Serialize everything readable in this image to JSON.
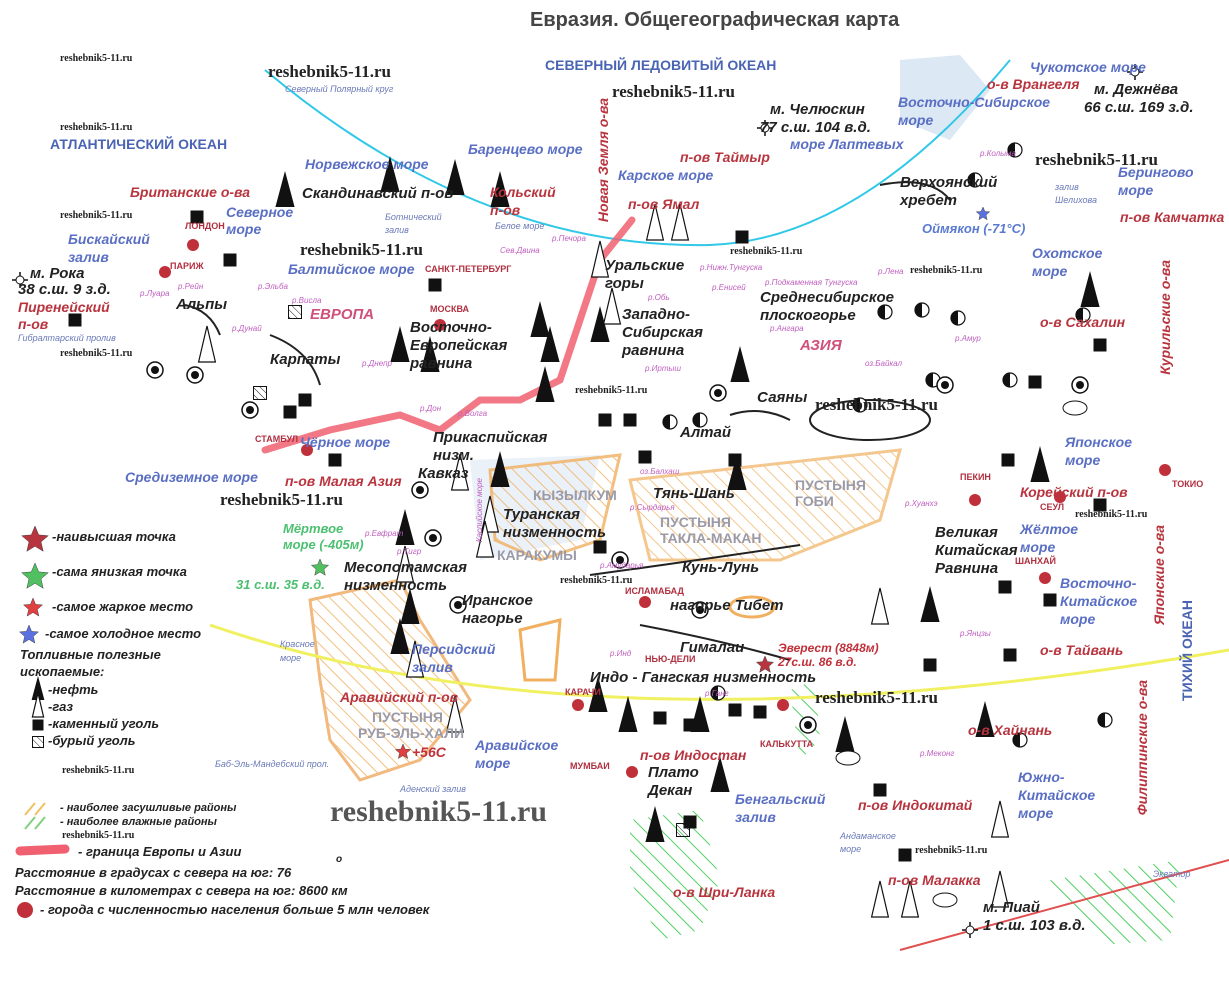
{
  "title": "Евразия. Общегеографическая карта",
  "oceans": [
    "СЕВЕРНЫЙ ЛЕДОВИТЫЙ ОКЕАН",
    "АТЛАНТИЧЕСКИЙ ОКЕАН",
    "ТИХИЙ ОКЕАН"
  ],
  "seas": [
    "Норвежское море",
    "Баренцево море",
    "Карское море",
    "Северное",
    "море",
    "Балтийское море",
    "Средиземное море",
    "Чёрное море",
    "Восточно-Сибирское",
    "море",
    "море Лаптевых",
    "Берингово",
    "море",
    "Охотское",
    "море",
    "Японское",
    "море",
    "Жёлтое",
    "море",
    "Восточно-",
    "Китайское",
    "море",
    "Южно-",
    "Китайское",
    "море",
    "Аравийское",
    "море",
    "Бенгальский",
    "залив",
    "Персидский",
    "залив",
    "Бискайский",
    "залив",
    "Чукотское море"
  ],
  "peninsulas": [
    "Британские о-ва",
    "п-ов Таймыр",
    "п-ов Ямал",
    "о-в Врангеля",
    "п-ов Камчатка",
    "о-в Сахалин",
    "Кольский",
    "п-ов",
    "Пиренейский",
    "п-ов",
    "п-ов Малая Азия",
    "Аравийский п-ов",
    "п-ов Индостан",
    "п-ов Индокитай",
    "п-ов Малакка",
    "о-в Шри-Ланка",
    "о-в Хайнань",
    "о-в Тайвань",
    "Корейский п-ов",
    "Японские о-ва",
    "Курильские о-ва",
    "Филиппинские о-ва",
    "Новая Земля о-ва"
  ],
  "landforms": [
    "Скандинавский п-ов",
    "Альпы",
    "Карпаты",
    "Восточно-",
    "Европейская",
    "равнина",
    "Уральские",
    "горы",
    "Западно-",
    "Сибирская",
    "равнина",
    "Среднесибирское",
    "плоскогорье",
    "Верхоянский",
    "хребет",
    "Алтай",
    "Саяны",
    "Прикаспийская",
    "низм.",
    "Кавказ",
    "Туранская",
    "низменность",
    "Тянь-Шань",
    "Кунь-Лунь",
    "нагорье Тибет",
    "Гималаи",
    "Индо - Гангская низменность",
    "Месопотамская",
    "низменность",
    "Иранское",
    "нагорье",
    "Великая",
    "Китайская",
    "Равнина",
    "Плато",
    "Декан",
    "м. Челюскин",
    "77 с.ш. 104 в.д.",
    "м. Дежнёва",
    "66 с.ш. 169 з.д.",
    "м. Рока",
    "38 с.ш. 9 з.д.",
    "м. Пиай",
    "1 с.ш. 103 в.д."
  ],
  "deserts": [
    "КЫЗЫЛКУМ",
    "КАРАКУМЫ",
    "ПУСТЫНЯ",
    "ТАКЛА-МАКАН",
    "ПУСТЫНЯ",
    "ГОБИ",
    "ПУСТЫНЯ",
    "РУБ-ЭЛЬ-ХАЛИ"
  ],
  "continents": [
    "ЕВРОПА",
    "АЗИЯ"
  ],
  "cities": [
    "ЛОНДОН",
    "ПАРИЖ",
    "САНКТ-ПЕТЕРБУРГ",
    "МОСКВА",
    "СТАМБУЛ",
    "ПЕКИН",
    "СЕУЛ",
    "ТОКИО",
    "ШАНХАЙ",
    "ИСЛАМАБАД",
    "НЬЮ-ДЕЛИ",
    "КАРАЧИ",
    "МУМБАИ",
    "КАЛЬКУТТА"
  ],
  "extremes": {
    "everest": "Эверест (8848м)",
    "everest_coords": "27с.ш. 86 в.д.",
    "oymyakon": "Оймякон (-71°С)",
    "hottest": "+56С",
    "dead_sea": "Мёртвое",
    "dead_sea2": "море (-405м)",
    "dead_sea_coords": "31 с.ш. 35 в.д."
  },
  "small_labels": [
    "Гибралтарский пролив",
    "Баб-Эль-Мандебский прол.",
    "Аденский залив",
    "Ботнический",
    "залив",
    "Белое море",
    "Красное",
    "море",
    "залив",
    "Шелихова",
    "Андаманское",
    "море",
    "Экватор",
    "Северный Полярный круг"
  ],
  "rivers": [
    "р.Волга",
    "р.Обь",
    "р.Енисей",
    "р.Лена",
    "р.Амур",
    "р.Инд",
    "р.Ганг",
    "р.Янцзы",
    "р.Хуанхэ",
    "р.Меконг",
    "р.Дунай",
    "р.Днепр",
    "р.Дон",
    "р.Печора",
    "р.Иртыш",
    "р.Ангара",
    "р.Нижн.Тунгуска",
    "р.Подкаменная Тунгуска",
    "р.Колыма",
    "р.Евфрат",
    "р.Тигр",
    "р.Амударья",
    "р.Сырдарья",
    "р.Висла",
    "р.Рейн",
    "р.Луара",
    "р.Эльба",
    "оз.Байкал",
    "оз.Балхаш",
    "Каспийское море",
    "Сев.Двина"
  ],
  "watermark": "reshebnik5-11.ru",
  "legend": {
    "highest": "-наивысшая точка",
    "lowest": "-сама янизкая точка",
    "hottest": "-самое жаркое место",
    "coldest": "-самое холодное место",
    "fuel_title1": "Топливные полезные",
    "fuel_title2": "ископаемые:",
    "oil": "-нефть",
    "gas": "-газ",
    "coal": "-каменный уголь",
    "brown_coal": "-бурый уголь",
    "dry": "- наиболее засушливые районы",
    "wet": "- наиболее влажные районы",
    "border": "- граница Европы и Азии",
    "deg": "Расстояние в градусах с севера на юг: 76",
    "deg_mark": "о",
    "km": "Расстояние в километрах с севера на юг: 8600 км",
    "cities": "- города с численностью населения больше 5 млн человек"
  },
  "colors": {
    "ocean": "#4a64b4",
    "border": "#f06070",
    "arctic_circle": "#30c8e8",
    "tropic": "#f0f060",
    "equator": "#e05050",
    "arid": "#f0b060",
    "humid": "#50d060",
    "city": "#c0303a"
  }
}
